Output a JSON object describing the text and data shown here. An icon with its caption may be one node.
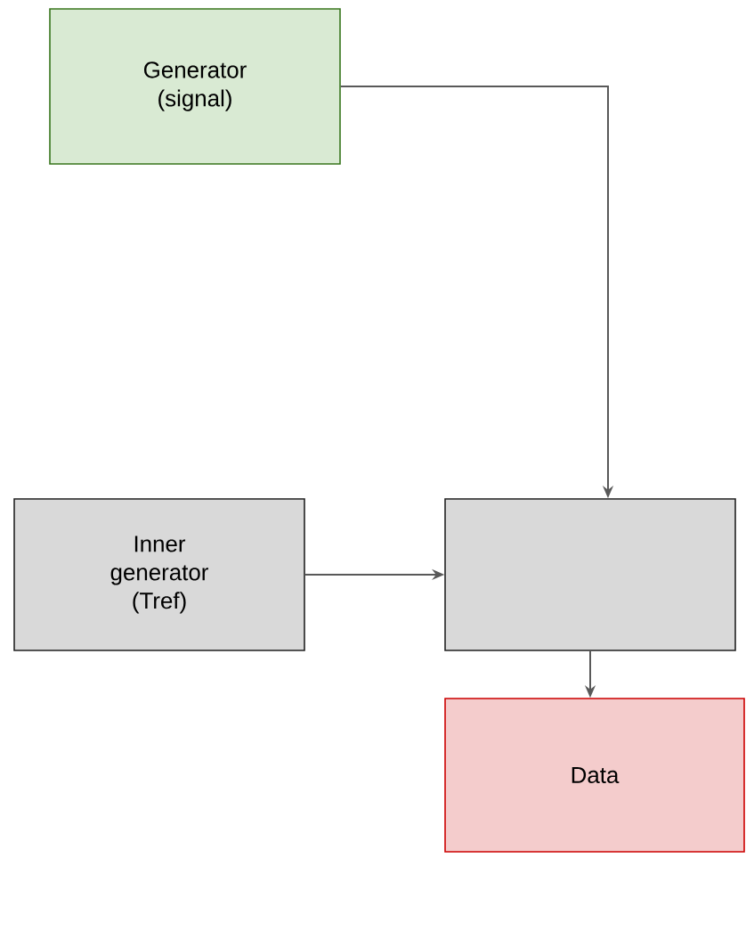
{
  "diagram": {
    "nodes": [
      {
        "text": [
          "Generator (signal)"
        ]
      },
      {
        "text": [
          "Inner generator (Tref)"
        ]
      },
      {
        "text": [],
        "shape": "box"
      },
      {
        "text": [
          "Data"
        ]
      }
    ],
    "edges": [
      {
        "from": 0,
        "to": 2,
        "arrow": "to"
      },
      {
        "from": 1,
        "to": 2,
        "arrow": "to"
      },
      {
        "from": 2,
        "to": 3,
        "arrow": "to"
      }
    ]
  }
}
